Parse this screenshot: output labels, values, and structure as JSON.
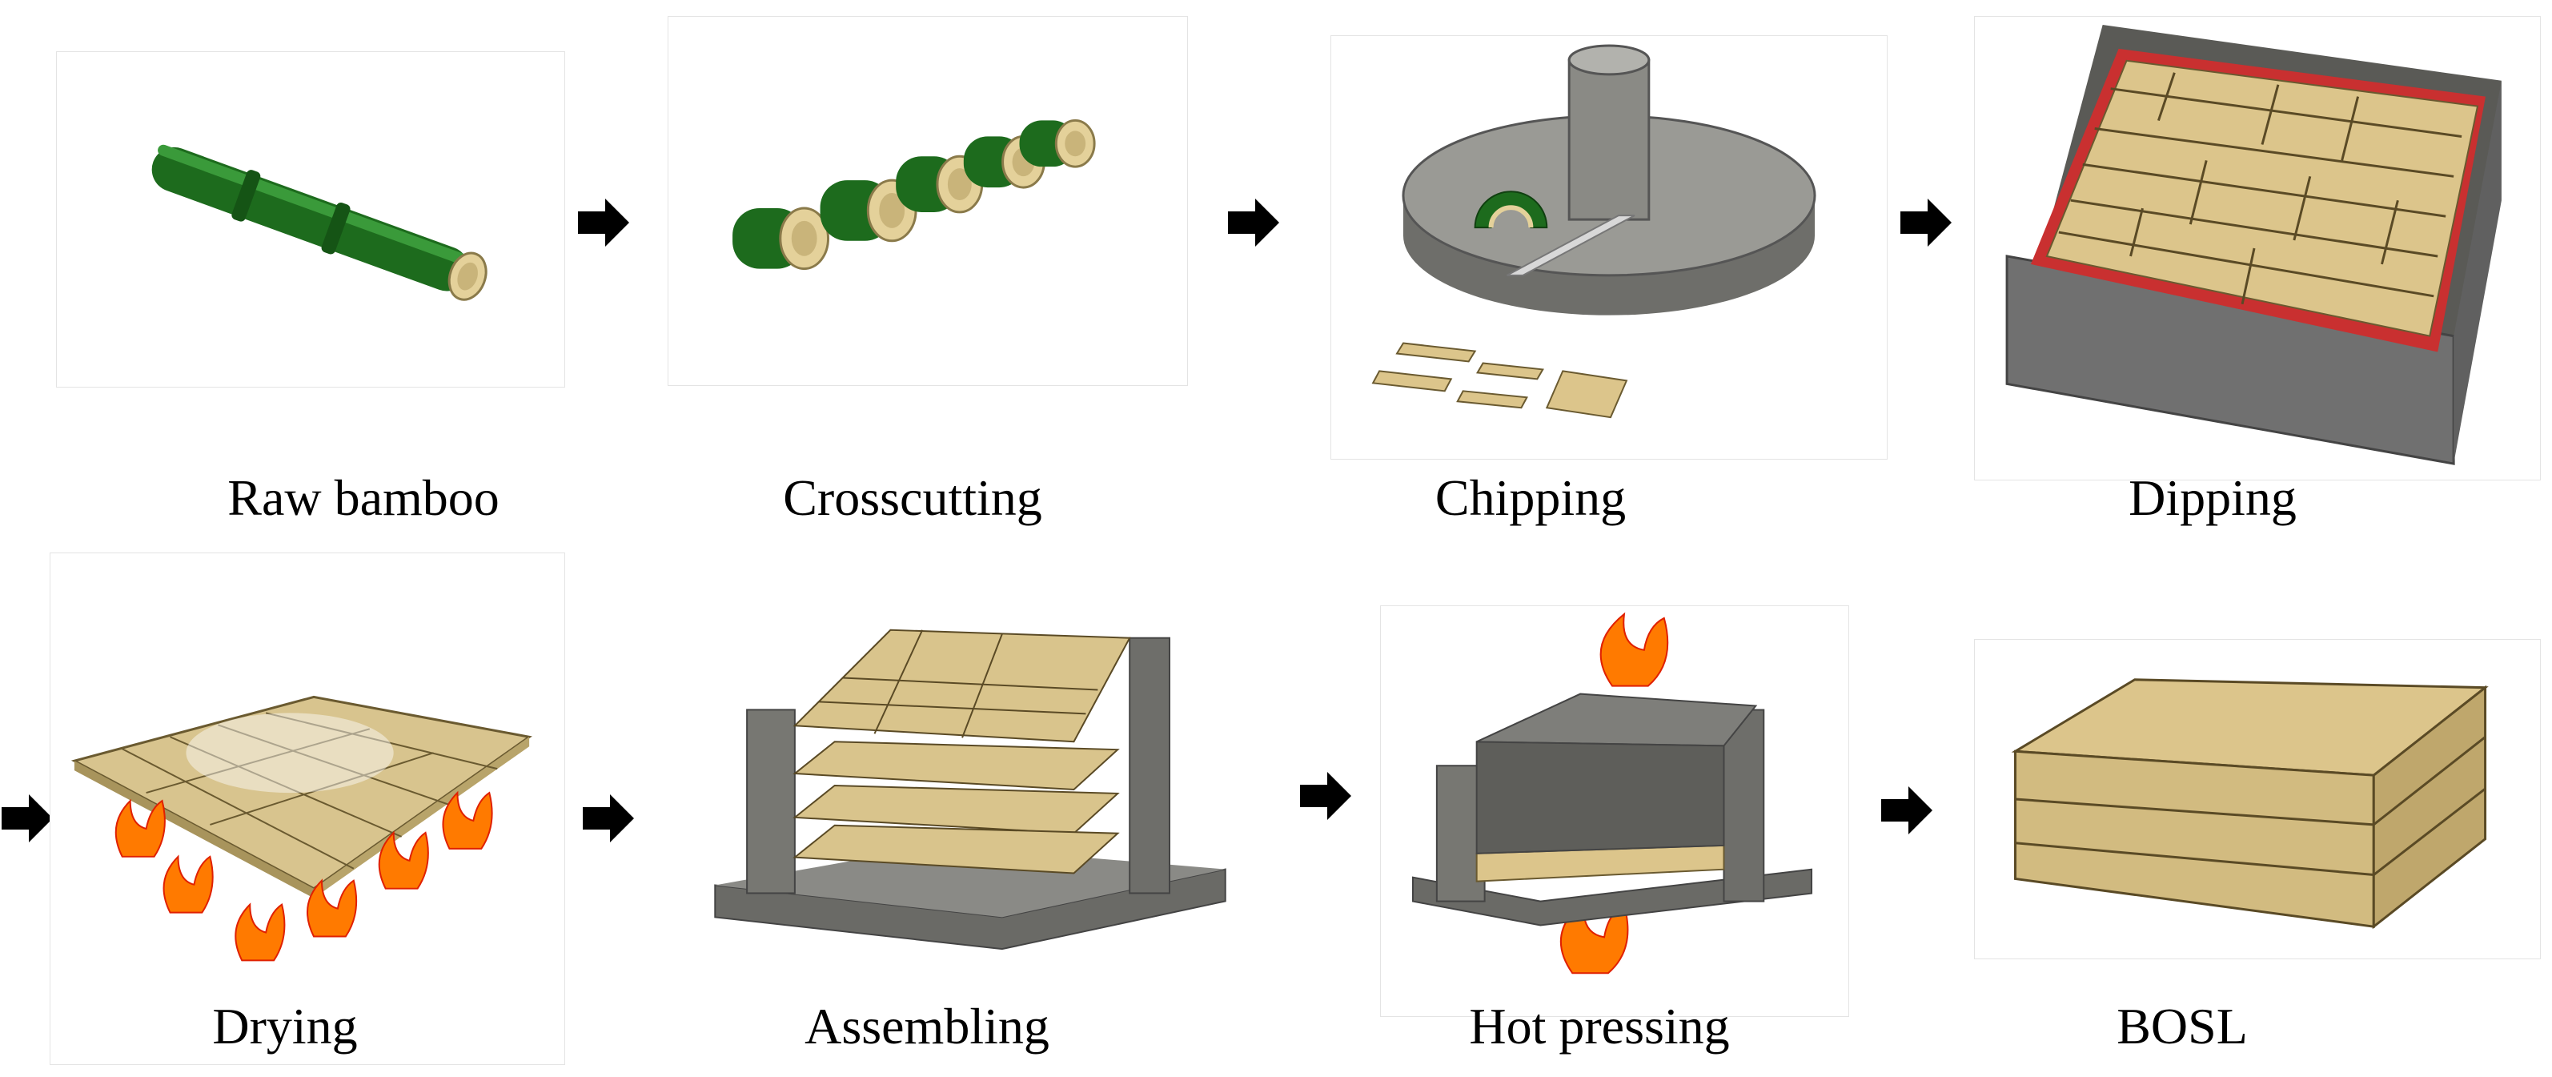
{
  "steps": [
    {
      "label": "Raw bamboo"
    },
    {
      "label": "Crosscutting"
    },
    {
      "label": "Chipping"
    },
    {
      "label": "Dipping"
    },
    {
      "label": "Drying"
    },
    {
      "label": "Assembling"
    },
    {
      "label": "Hot pressing"
    },
    {
      "label": "BOSL"
    }
  ],
  "colors": {
    "bamboo_green": "#1d6b1d",
    "bamboo_inner": "#e4d19a",
    "concrete": "#8d8d88",
    "strand": "#d9c48c",
    "dip_liquid": "#d33a3a",
    "flame": "#ff7a00"
  }
}
